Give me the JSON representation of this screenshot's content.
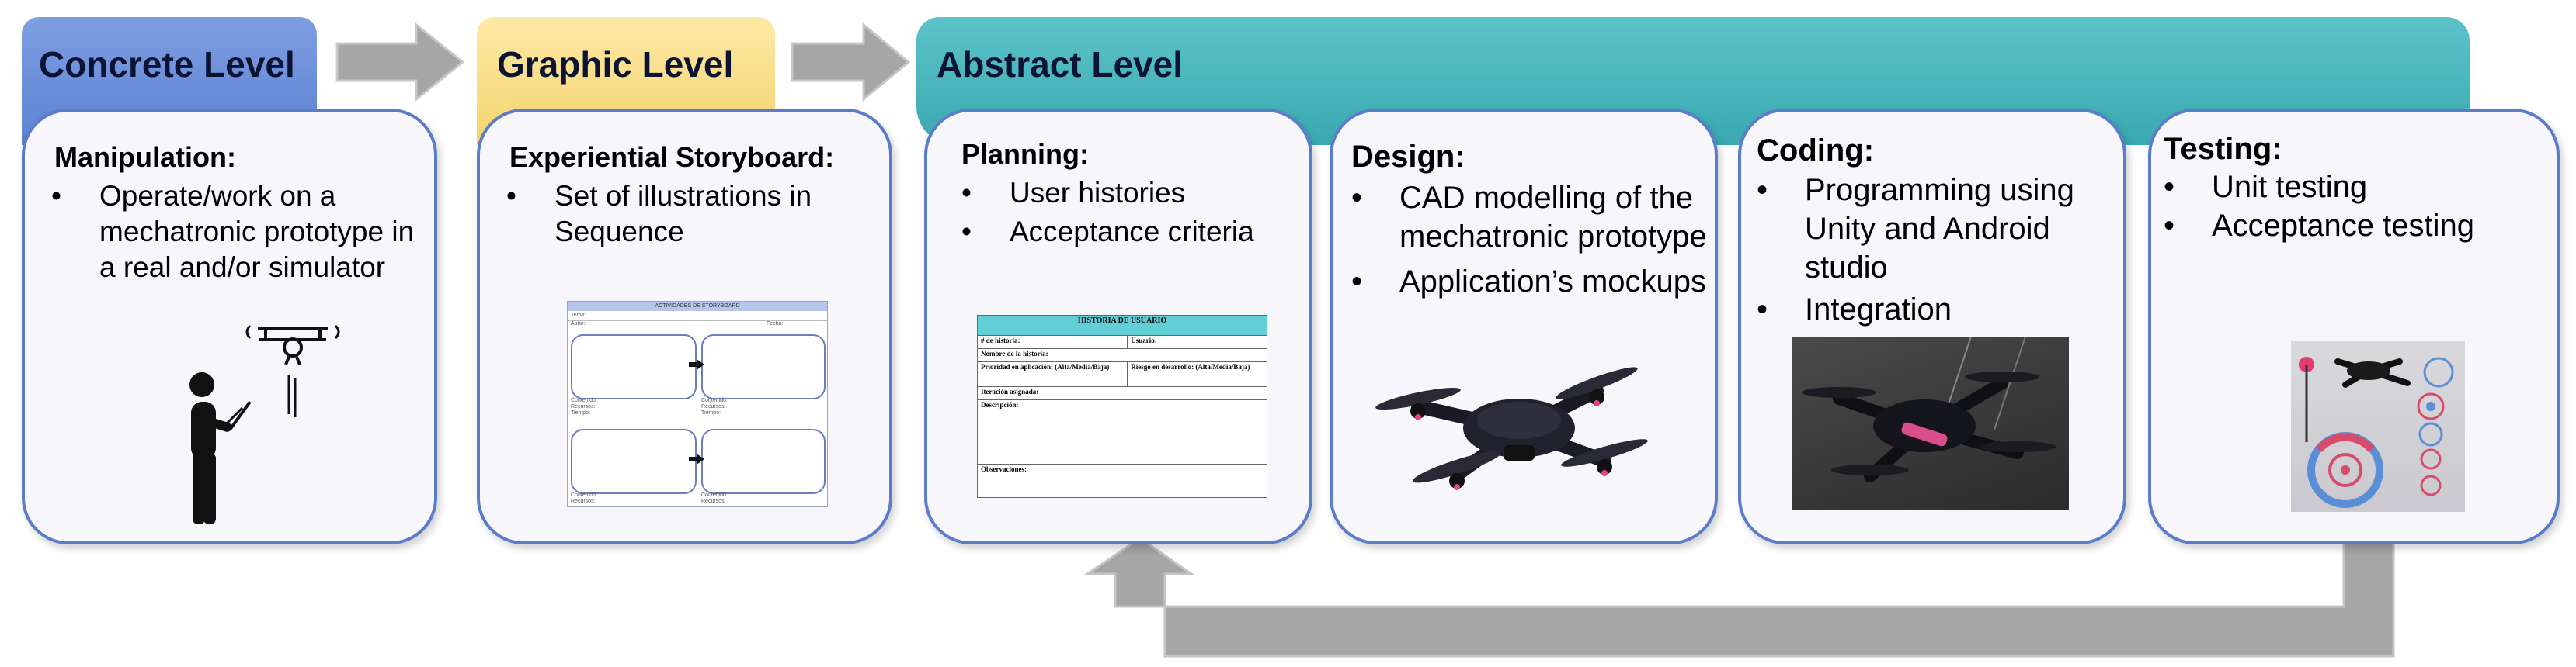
{
  "headers": {
    "concrete": "Concrete Level",
    "graphic": "Graphic Level",
    "abstract": "Abstract Level"
  },
  "cards": [
    {
      "title": "Manipulation:",
      "items": [
        "Operate/work on a mechatronic prototype in a real and/or simulator"
      ]
    },
    {
      "title": "Experiential Storyboard:",
      "items": [
        "Set of illustrations in Sequence"
      ]
    },
    {
      "title": "Planning:",
      "items": [
        "User histories",
        "Acceptance criteria"
      ]
    },
    {
      "title": "Design:",
      "items": [
        "CAD modelling of the mechatronic prototype",
        "Application’s mockups"
      ]
    },
    {
      "title": "Coding:",
      "items": [
        "Programming using Unity and Android studio",
        "Integration"
      ]
    },
    {
      "title": "Testing:",
      "items": [
        "Unit testing",
        "Acceptance testing"
      ]
    }
  ],
  "bullet": "•",
  "storyboard_doc": {
    "title": "ACTIVIDADES DE STORYBOARD",
    "row_labels": [
      "Tema:",
      "Autor:",
      "Fecha:"
    ],
    "cell_labels": [
      "Contenido:",
      "Recursos:",
      "Tiempo:"
    ]
  },
  "user_story_form": {
    "title": "HISTORIA DE USUARIO",
    "fields": {
      "number": "# de historia:",
      "user": "Usuario:",
      "name": "Nombre de la historia:",
      "priority": "Prioridad en aplicación: (Alta/Media/Baja)",
      "risk": "Riesgo en desarrollo: (Alta/Media/Baja)",
      "iteration": "Iteración asignada:",
      "description": "Descripción:",
      "observations": "Observaciones:"
    }
  },
  "colors": {
    "concrete_header": "#7e9ee0",
    "graphic_header": "#fce69e",
    "abstract_header": "#4fb8bf",
    "card_border": "#5b7cc8",
    "arrow": "#a6a6a6",
    "form_header": "#62cfd6"
  }
}
